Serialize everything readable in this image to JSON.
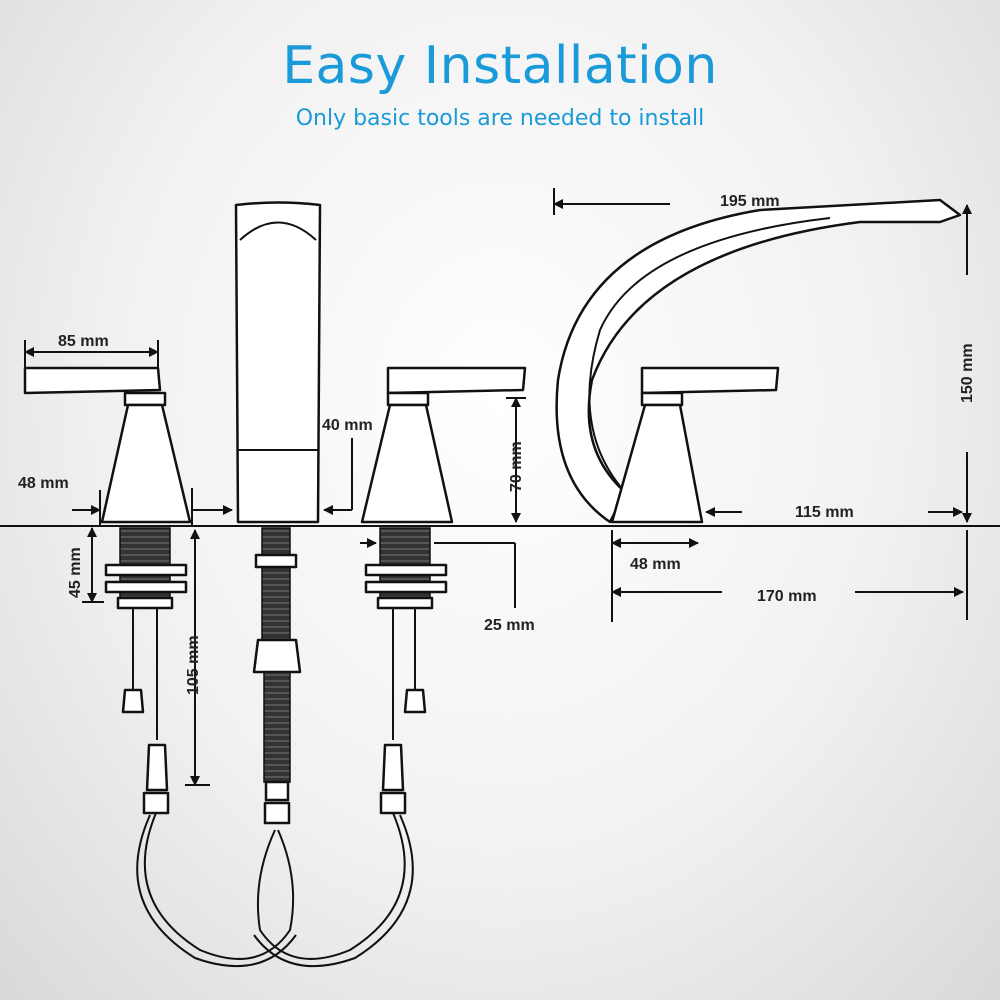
{
  "header": {
    "title": "Easy Installation",
    "subtitle": "Only basic tools are needed to install"
  },
  "dimensions": {
    "handle_width": "85 mm",
    "handle_base": "48 mm",
    "mount_depth": "45 mm",
    "supply_length": "105 mm",
    "diverter_width": "40 mm",
    "handle_height": "70 mm",
    "shank_thread": "25 mm",
    "spout_reach": "195 mm",
    "spout_height": "150 mm",
    "spout_base": "48 mm",
    "spout_offset": "115 mm",
    "spout_total": "170 mm"
  },
  "colors": {
    "accent": "#1a9ad8",
    "line": "#111111",
    "background": "#f1f1f1"
  }
}
